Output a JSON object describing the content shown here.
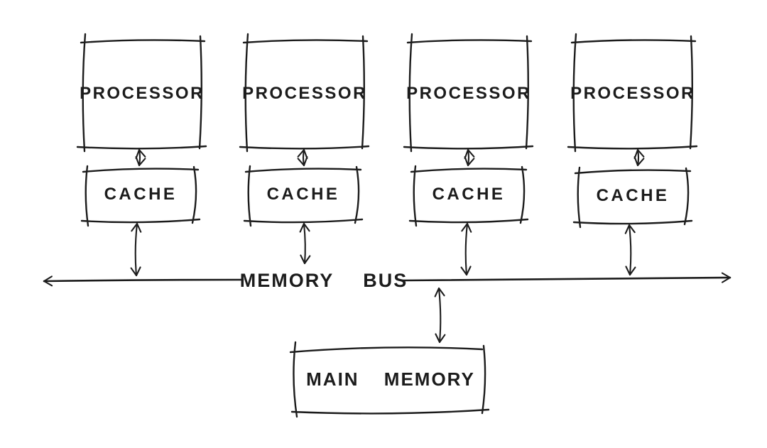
{
  "diagram": {
    "description": "Hand-drawn shared-bus multiprocessor architecture diagram",
    "colors": {
      "ink": "#1c1c1c",
      "background": "#ffffff"
    },
    "nodes": {
      "processors": [
        {
          "label": "PROCESSOR"
        },
        {
          "label": "PROCESSOR"
        },
        {
          "label": "PROCESSOR"
        },
        {
          "label": "PROCESSOR"
        }
      ],
      "caches": [
        {
          "label": "CACHE"
        },
        {
          "label": "CACHE"
        },
        {
          "label": "CACHE"
        },
        {
          "label": "CACHE"
        }
      ],
      "bus": {
        "label": "MEMORY BUS"
      },
      "main_memory": {
        "label": "MAIN MEMORY"
      }
    },
    "connections": [
      "processor-1 <-> cache-1",
      "processor-2 <-> cache-2",
      "processor-3 <-> cache-3",
      "processor-4 <-> cache-4",
      "cache-1 <-> memory-bus",
      "cache-2 <-> memory-bus",
      "cache-3 <-> memory-bus",
      "cache-4 <-> memory-bus",
      "memory-bus <-> main-memory"
    ]
  }
}
